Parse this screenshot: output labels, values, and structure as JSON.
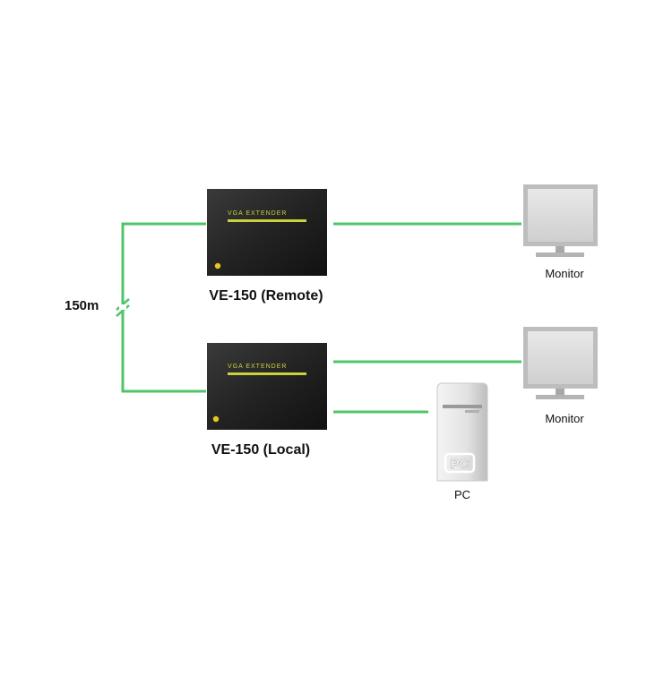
{
  "devices": {
    "remote": {
      "label": "VE-150 (Remote)",
      "panel_text": "VGA EXTENDER"
    },
    "local": {
      "label": "VE-150 (Local)",
      "panel_text": "VGA EXTENDER"
    },
    "monitor_top": {
      "label": "Monitor"
    },
    "monitor_bottom": {
      "label": "Monitor"
    },
    "pc": {
      "label": "PC",
      "case_text": "PC"
    }
  },
  "link": {
    "distance_label": "150m"
  },
  "colors": {
    "cable": "#4fc56a",
    "extender_body": "#2a2a2a",
    "extender_stripe": "#c9d23a",
    "extender_led": "#e6c81e",
    "monitor_frame": "#bfbfbf",
    "monitor_screen": "#d9d9d9",
    "pc_case": "#dcdcdc"
  }
}
